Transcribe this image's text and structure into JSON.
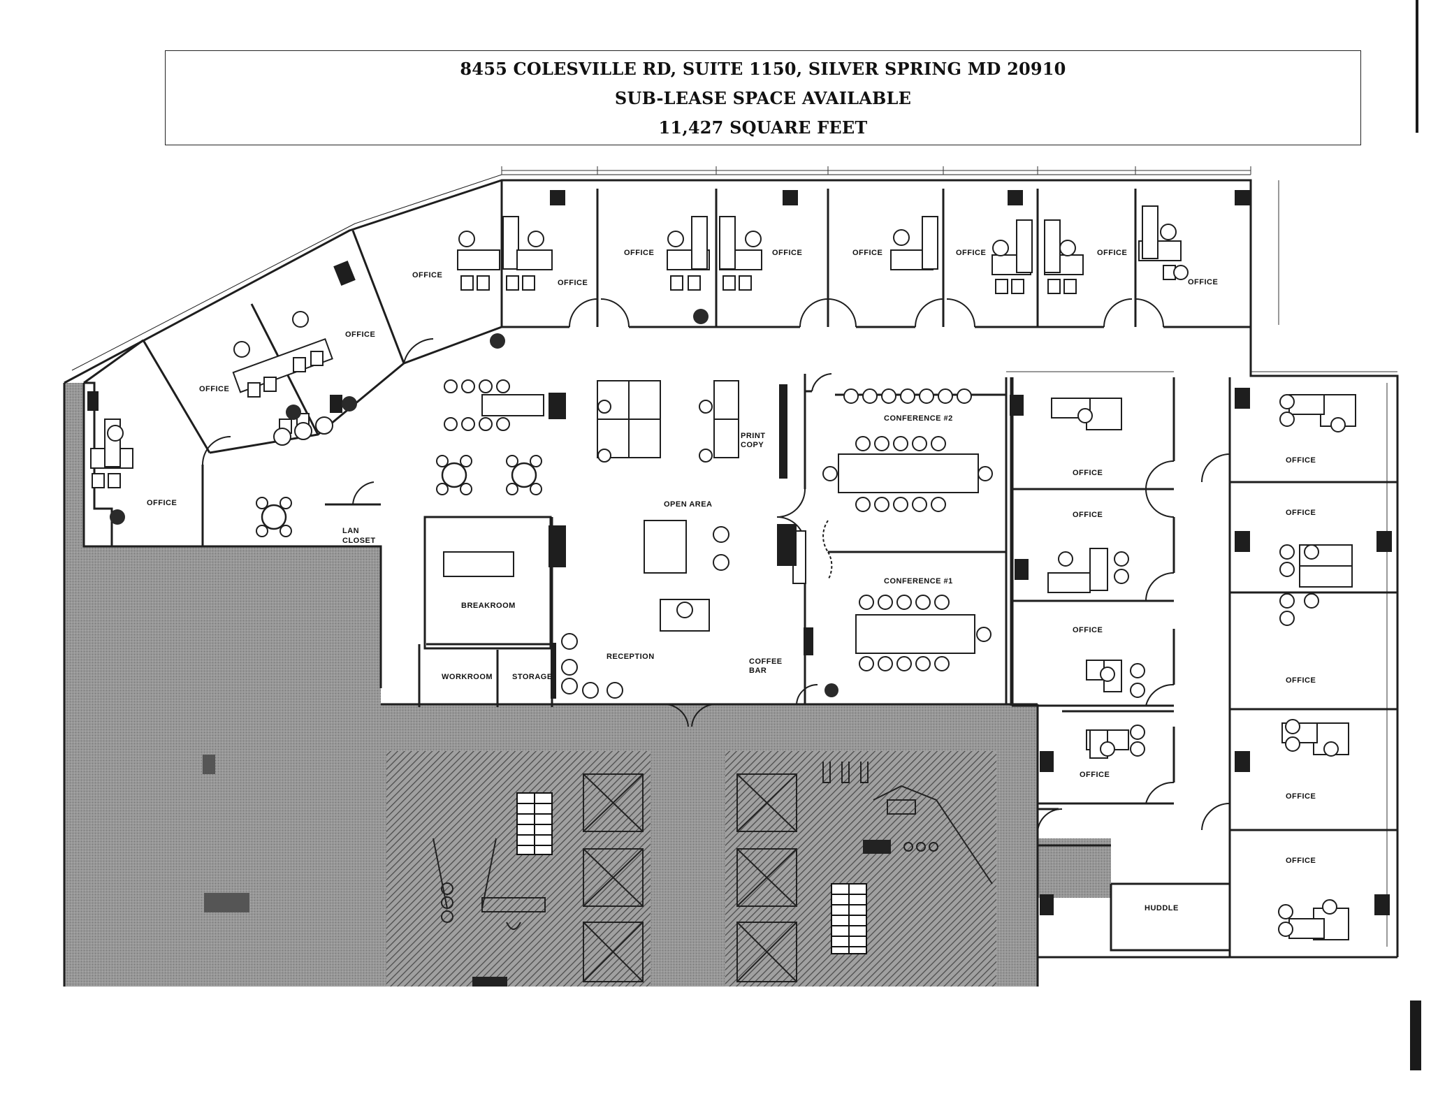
{
  "header": {
    "address": "8455 COLESVILLE RD, SUITE 1150, SILVER SPRING MD 20910",
    "tagline": "SUB-LEASE SPACE AVAILABLE",
    "area": "11,427 SQUARE FEET"
  },
  "labels": {
    "office": "OFFICE",
    "open_area": "OPEN AREA",
    "print_copy_1": "PRINT",
    "print_copy_2": "COPY",
    "conference_2": "CONFERENCE #2",
    "conference_1": "CONFERENCE #1",
    "breakroom": "BREAKROOM",
    "reception": "RECEPTION",
    "coffee_bar_1": "COFFEE",
    "coffee_bar_2": "BAR",
    "workroom": "WORKROOM",
    "storage": "STORAGE",
    "lan_closet_1": "LAN",
    "lan_closet_2": "CLOSET",
    "huddle": "HUDDLE"
  },
  "colors": {
    "wall": "#1e1e1e",
    "core_fill": "#8f8f8f",
    "hatch": "#555555",
    "paper": "#ffffff"
  }
}
